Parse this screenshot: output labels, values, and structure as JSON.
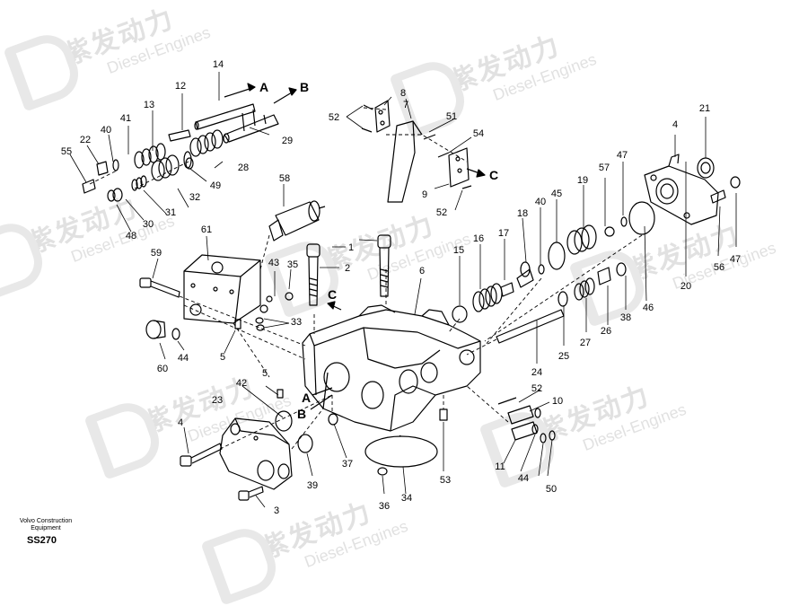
{
  "watermark": {
    "brand_cn": "紫发动力",
    "brand_en": "Diesel-Engines"
  },
  "footer": {
    "brand_line1": "Volvo Construction",
    "brand_line2": "Equipment",
    "sheet_code": "SS270"
  },
  "callouts": [
    "1",
    "2",
    "3",
    "4",
    "4",
    "5",
    "5",
    "6",
    "7",
    "8",
    "9",
    "10",
    "11",
    "12",
    "13",
    "14",
    "15",
    "16",
    "17",
    "18",
    "19",
    "20",
    "21",
    "22",
    "23",
    "24",
    "25",
    "26",
    "27",
    "28",
    "29",
    "30",
    "31",
    "32",
    "33",
    "34",
    "35",
    "36",
    "37",
    "38",
    "39",
    "40",
    "40",
    "41",
    "42",
    "43",
    "44",
    "44",
    "45",
    "46",
    "47",
    "47",
    "48",
    "49",
    "50",
    "51",
    "52",
    "52",
    "52",
    "53",
    "54",
    "55",
    "56",
    "57",
    "58",
    "59",
    "60",
    "61"
  ],
  "direction_markers": [
    "A",
    "B",
    "C",
    "C",
    "A",
    "B"
  ]
}
